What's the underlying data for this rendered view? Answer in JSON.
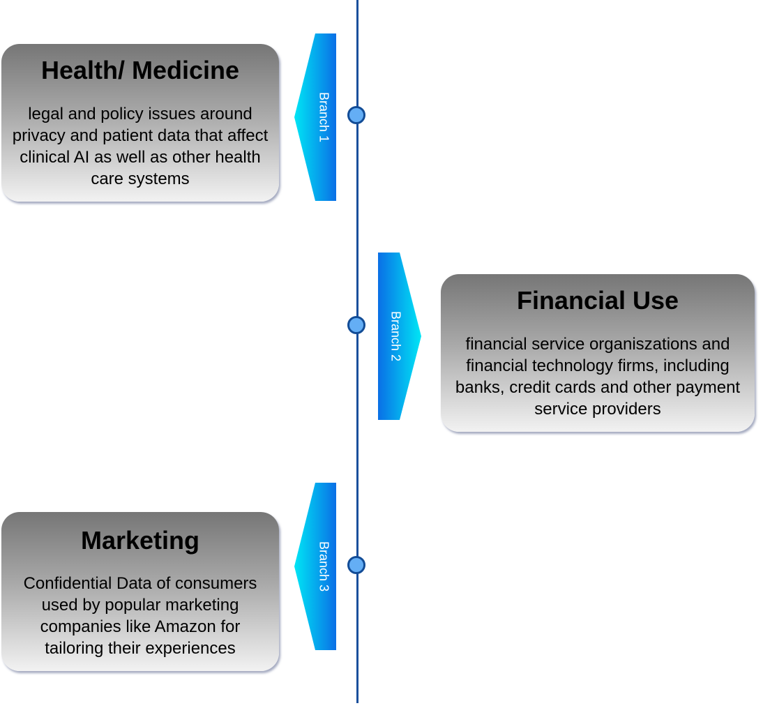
{
  "colors": {
    "line": "#1a4f9c",
    "node_fill": "#64aef5",
    "node_stroke": "#124c96",
    "tag_gradient_start": "#00e6f5",
    "tag_gradient_end": "#0a6fe6"
  },
  "branches": [
    {
      "tag": "Branch 1",
      "title": "Health/ Medicine",
      "description": "legal and policy issues around privacy and patient data that affect clinical AI as well as other health care systems"
    },
    {
      "tag": "Branch 2",
      "title": "Financial Use",
      "description": "financial service organiszations and financial technology firms, including banks, credit cards and other payment service providers"
    },
    {
      "tag": "Branch 3",
      "title": "Marketing",
      "description": "Confidential Data of consumers used by  popular marketing companies like Amazon for tailoring their experiences"
    }
  ]
}
